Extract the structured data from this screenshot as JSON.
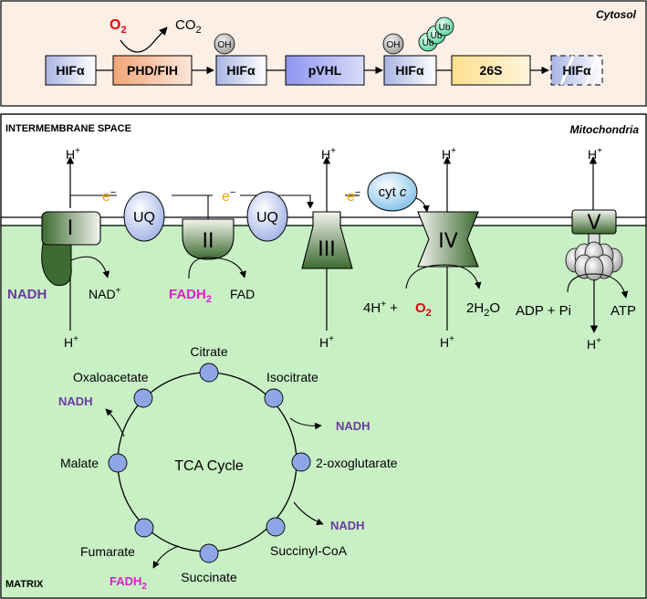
{
  "cytosol": {
    "label": "Cytosol",
    "o2": "O",
    "o2_sub": "2",
    "co2": "CO",
    "co2_sub": "2",
    "boxes": [
      "HIFα",
      "PHD/FIH",
      "HIFα",
      "pVHL",
      "HIFα",
      "26S",
      "HIFα"
    ],
    "oh": "OH",
    "ub": "Ub",
    "colors": {
      "peach": "#f6b08a",
      "blue": "#9aa0f0",
      "yellow": "#fde49a",
      "bg": "#fcefe6"
    }
  },
  "mito": {
    "ims_label": "INTERMEMBRANE SPACE",
    "mito_label": "Mitochondria",
    "matrix_label": "MATRIX",
    "hplus": "H",
    "plus": "+",
    "electron": "e",
    "minus": "−",
    "complexes": [
      "I",
      "II",
      "III",
      "IV",
      "V"
    ],
    "uq": "UQ",
    "cytc": "cyt ",
    "cytc_ital": "c",
    "nadh": "NADH",
    "nad": "NAD",
    "fadh": "FADH",
    "fadh_sub": "2",
    "fad": "FAD",
    "fourh": "4H",
    "plus_o": " + ",
    "o2": "O",
    "o2_sub": "2",
    "h2o": "2H",
    "h2o_sub": "2",
    "h2o_o": "O",
    "adp": "ADP + Pi",
    "atp": "ATP",
    "colors": {
      "matrix": "#c8f0c4",
      "complex_dark": "#4a7a3c",
      "electron": "#f0a500",
      "uq": "#c6cff3"
    }
  },
  "tca": {
    "title": "TCA Cycle",
    "metabolites": [
      "Citrate",
      "Isocitrate",
      "2-oxoglutarate",
      "Succinyl-CoA",
      "Succinate",
      "Fumarate",
      "Malate",
      "Oxaloacetate"
    ],
    "nadh": "NADH",
    "fadh": "FADH",
    "fadh_sub": "2",
    "node_color": "#8fa6e6"
  }
}
